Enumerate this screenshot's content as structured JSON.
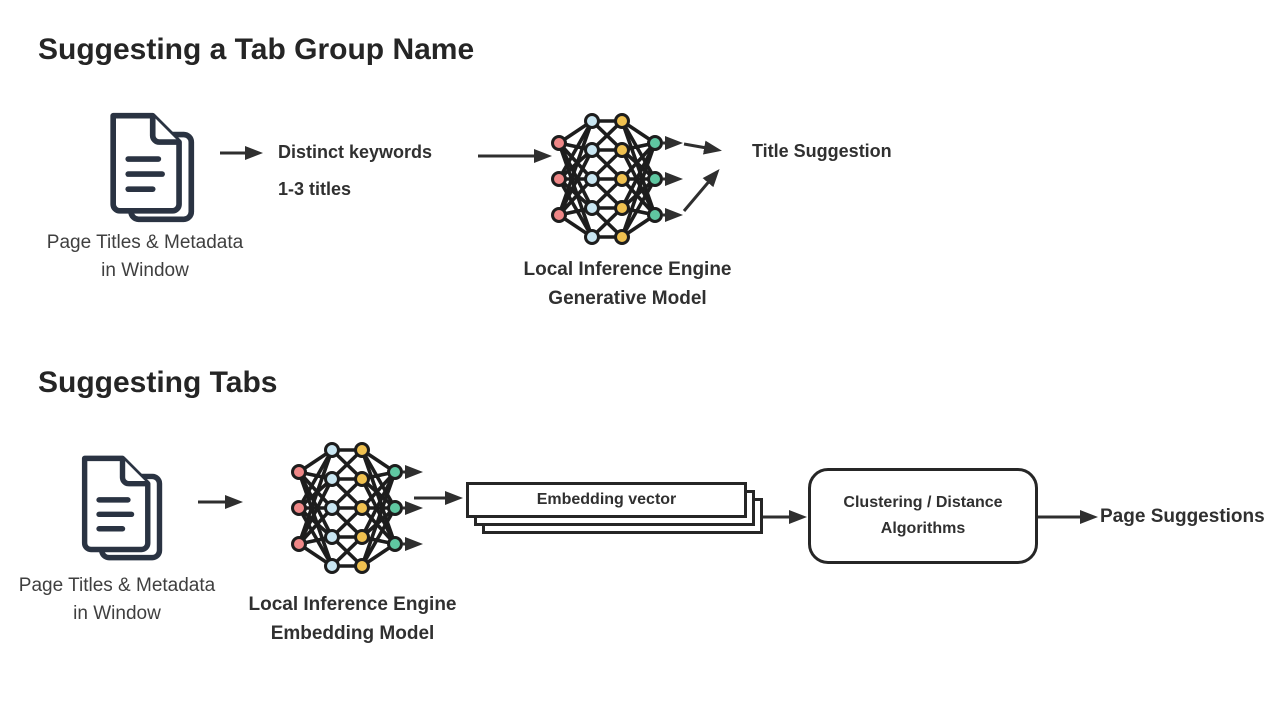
{
  "colors": {
    "ink": "#303030",
    "heading": "#252525",
    "caption": "#3f3f3f",
    "arrow": "#2f2f2f",
    "doc_icon": "#2a3342",
    "nn_stroke": "#1d1d1d",
    "nn_input": "#ef8787",
    "nn_hidden1": "#c9e6f2",
    "nn_hidden2": "#f0c150",
    "nn_output": "#5fc7a1",
    "box_border": "#262626",
    "box_fill": "#ffffff",
    "bg": "#ffffff"
  },
  "sections": [
    {
      "id": "tab-group-name",
      "heading": "Suggesting a Tab Group Name",
      "source": {
        "line1": "Page Titles & Metadata",
        "line2": "in Window"
      },
      "intermediate": {
        "line1": "Distinct keywords",
        "line2": "1-3 titles"
      },
      "model": {
        "line1": "Local Inference Engine",
        "line2": "Generative Model"
      },
      "output": "Title Suggestion"
    },
    {
      "id": "tabs",
      "heading": "Suggesting Tabs",
      "source": {
        "line1": "Page Titles & Metadata",
        "line2": "in Window"
      },
      "model": {
        "line1": "Local Inference Engine",
        "line2": "Embedding Model"
      },
      "embedding_box": "Embedding vector",
      "cluster_box": {
        "line1": "Clustering / Distance",
        "line2": "Algorithms"
      },
      "output": "Page Suggestions"
    }
  ]
}
